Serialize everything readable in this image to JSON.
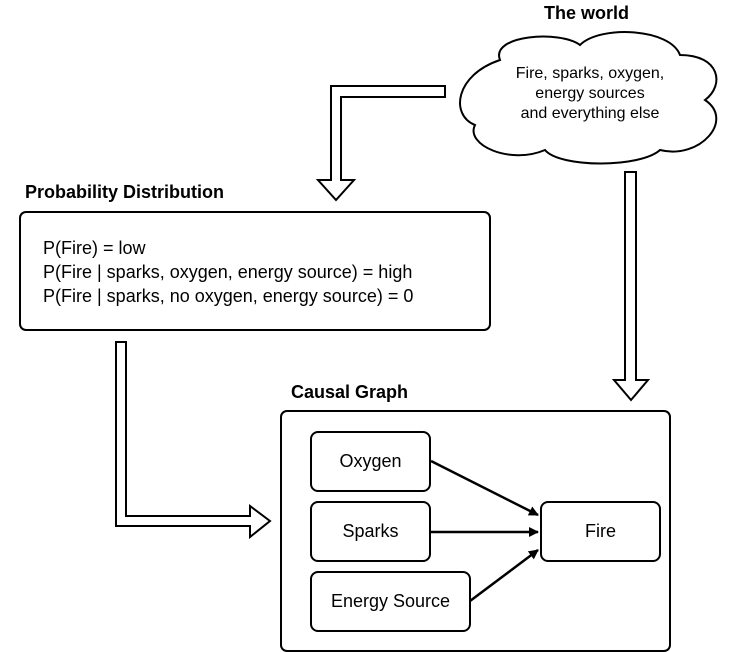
{
  "world": {
    "title": "The world",
    "lines": [
      "Fire, sparks, oxygen,",
      "energy sources",
      "and everything else"
    ]
  },
  "probability": {
    "title": "Probability Distribution",
    "lines": [
      "P(Fire) = low",
      "P(Fire | sparks, oxygen, energy source) = high",
      "P(Fire | sparks, no oxygen, energy source) = 0"
    ]
  },
  "causal": {
    "title": "Causal Graph",
    "nodes": {
      "oxygen": "Oxygen",
      "sparks": "Sparks",
      "energy": "Energy Source",
      "fire": "Fire"
    }
  }
}
